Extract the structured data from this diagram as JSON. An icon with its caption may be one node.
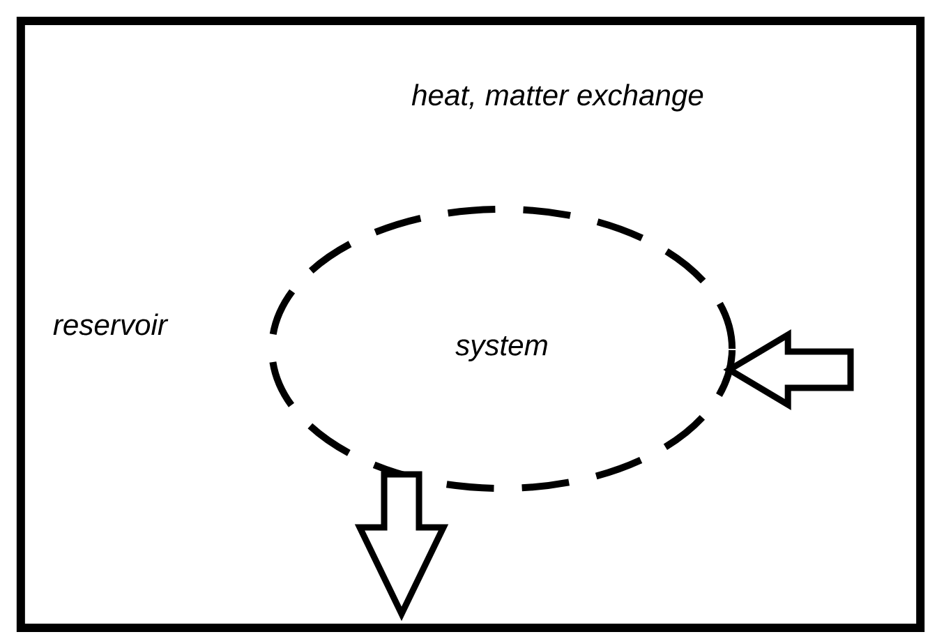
{
  "diagram": {
    "nodes": [
      {
        "text": [
          "reservoir"
        ]
      },
      {
        "text": [
          "system"
        ],
        "in": 0
      }
    ],
    "edges": [
      {
        "from": null,
        "to": 1,
        "arrow": "to"
      },
      {
        "from": 1,
        "to": null,
        "arrow": "to"
      }
    ],
    "labels": [
      "heat, matter exchange"
    ]
  }
}
